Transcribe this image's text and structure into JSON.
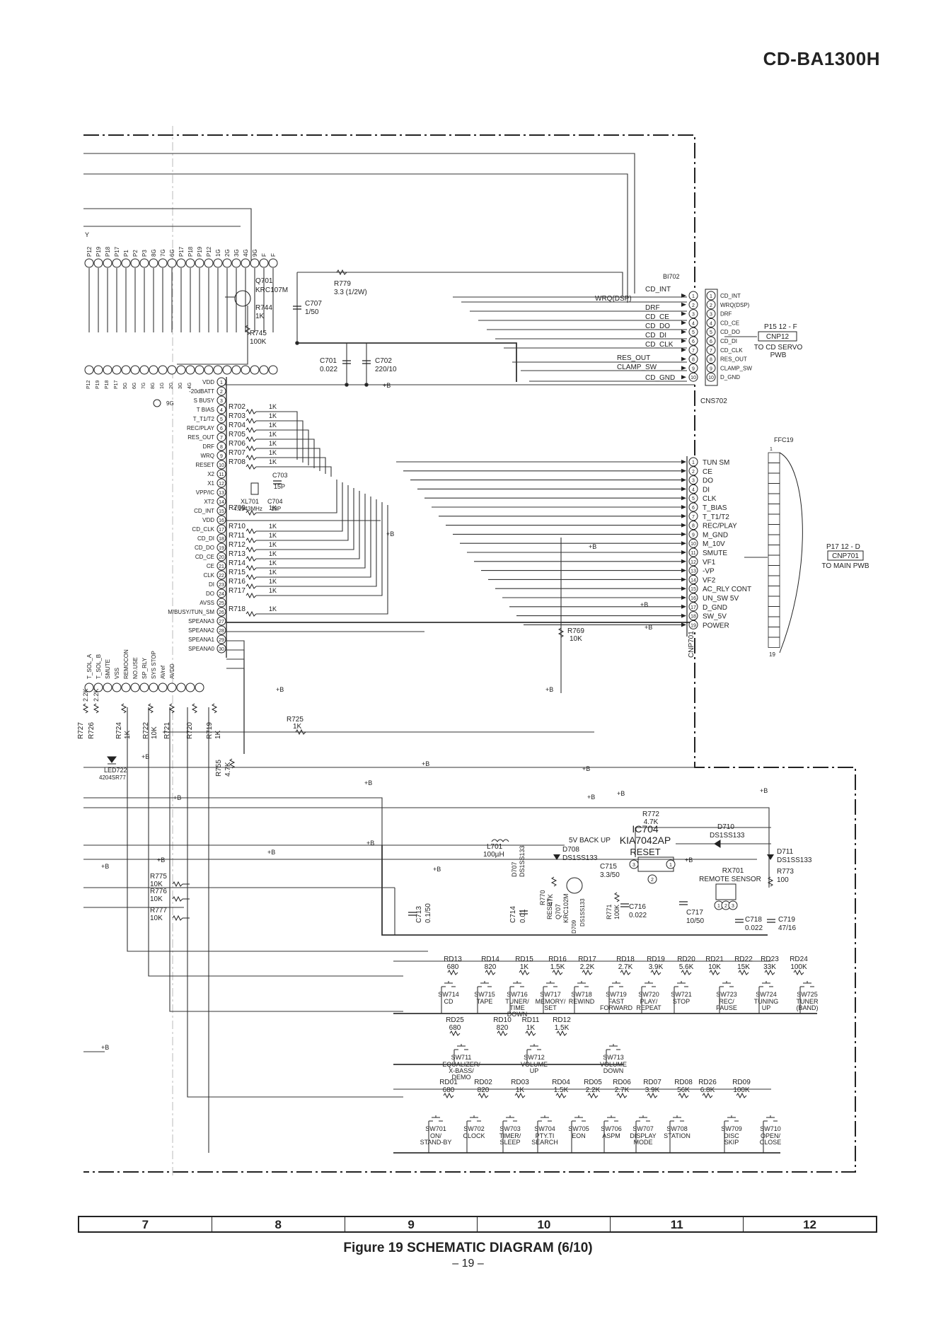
{
  "header": {
    "model": "CD-BA1300H"
  },
  "caption": {
    "title": "Figure 19 SCHEMATIC DIAGRAM (6/10)",
    "page": "– 19 –"
  },
  "columns": [
    "7",
    "8",
    "9",
    "10",
    "11",
    "12"
  ],
  "top_port_labels": [
    "P12",
    "P19",
    "P18",
    "P17",
    "P1",
    "P2",
    "P3",
    "8G",
    "7G",
    "6G",
    "P17",
    "P18",
    "P19",
    "P12",
    "1G",
    "2G",
    "3G",
    "4G",
    "9G",
    "F",
    "F"
  ],
  "left_pins": [
    {
      "n": "1",
      "name": "VDD"
    },
    {
      "n": "2",
      "name": "-20dBATT"
    },
    {
      "n": "3",
      "name": "S BUSY"
    },
    {
      "n": "4",
      "name": "T BIAS"
    },
    {
      "n": "5",
      "name": "T_T1/T2"
    },
    {
      "n": "6",
      "name": "REC/PLAY"
    },
    {
      "n": "7",
      "name": "RES_OUT"
    },
    {
      "n": "8",
      "name": "DRF"
    },
    {
      "n": "9",
      "name": "WRQ"
    },
    {
      "n": "10",
      "name": "RESET"
    },
    {
      "n": "11",
      "name": "X2"
    },
    {
      "n": "12",
      "name": "X1"
    },
    {
      "n": "13",
      "name": "VPP/IC"
    },
    {
      "n": "14",
      "name": "XT2"
    },
    {
      "n": "15",
      "name": "CD_INT"
    },
    {
      "n": "16",
      "name": "VDD"
    },
    {
      "n": "17",
      "name": "CD_CLK"
    },
    {
      "n": "18",
      "name": "CD_DI"
    },
    {
      "n": "19",
      "name": "CD_DO"
    },
    {
      "n": "20",
      "name": "CD_CE"
    },
    {
      "n": "21",
      "name": "CE"
    },
    {
      "n": "22",
      "name": "CLK"
    },
    {
      "n": "23",
      "name": "DI"
    },
    {
      "n": "24",
      "name": "DO"
    },
    {
      "n": "25",
      "name": "AVSS"
    },
    {
      "n": "26",
      "name": "M/BUSY/TUN_SM"
    },
    {
      "n": "27",
      "name": "SPEANA3"
    },
    {
      "n": "28",
      "name": "SPEANA2"
    },
    {
      "n": "29",
      "name": "SPEANA1"
    },
    {
      "n": "30",
      "name": "SPEANA0"
    }
  ],
  "resistors_1k": [
    "R702",
    "R703",
    "R704",
    "R705",
    "R706",
    "R707",
    "R708",
    "R709",
    "R710",
    "R711",
    "R712",
    "R713",
    "R714",
    "R715",
    "R716",
    "R717",
    "R718"
  ],
  "resistor_value": "1K",
  "bottom_port_labels": [
    "T_SOL_A",
    "T_SOL_B",
    "SMUTE",
    "VSS",
    "REMOCON",
    "NO.USE",
    "SP_RLY",
    "SYS STOP",
    "AVref",
    "AVDD"
  ],
  "cns702": {
    "name": "CNS702",
    "plug": "BI702",
    "pins": [
      "CD_INT",
      "WRQ(DSP)",
      "DRF",
      "CD_CE",
      "CD_DO",
      "CD_DI",
      "CD_CLK",
      "RES_OUT",
      "CLAMP_SW",
      "D_GND"
    ],
    "wire_labels": [
      "CD_INT",
      "WRQ(DSP)",
      "DRF",
      "CD_CE",
      "CD_DO",
      "CD_DI",
      "CD_CLK",
      "RES_OUT",
      "CLAMP_SW",
      "CD_GND"
    ],
    "dest_ref": "P15 12 - F",
    "dest_conn": "CNP12",
    "dest_text1": "TO CD SERVO",
    "dest_text2": "PWB"
  },
  "cnp701": {
    "name": "CNP701",
    "pins": [
      "TUN SM",
      "CE",
      "DO",
      "DI",
      "CLK",
      "T_BIAS",
      "T_T1/T2",
      "REC/PLAY",
      "M_GND",
      "M_10V",
      "SMUTE",
      "VF1",
      "-VP",
      "VF2",
      "AC_RLY CONT",
      "UN_SW 5V",
      "D_GND",
      "SW_5V",
      "POWER"
    ],
    "ffc": "FFC19",
    "ffc_first": "1",
    "ffc_last": "19",
    "dest_ref": "P17 12 - D",
    "dest_conn": "CNP701",
    "dest_text": "TO MAIN PWB"
  },
  "parts": {
    "q701": [
      "Q701",
      "KRC107M"
    ],
    "r744": [
      "R744",
      "1K"
    ],
    "r745": [
      "R745",
      "100K"
    ],
    "r779": [
      "R779",
      "3.3 (1/2W)"
    ],
    "c707": [
      "C707",
      "1/50"
    ],
    "c701": [
      "C701",
      "0.022"
    ],
    "c702": [
      "C702",
      "220/10"
    ],
    "c703": [
      "C703",
      "15P"
    ],
    "c704": [
      "C704",
      "18P"
    ],
    "xl701": [
      "XL701",
      "4.1943MHz"
    ],
    "r769": [
      "R769",
      "10K"
    ],
    "r725": [
      "R725",
      "1K"
    ],
    "r755": [
      "R755",
      "4.7K"
    ],
    "r724": [
      "R724",
      "1K"
    ],
    "r722": [
      "R722",
      "10K"
    ],
    "r721": [
      "R721"
    ],
    "r720": [
      "R720"
    ],
    "r719": [
      "R719",
      "1K"
    ],
    "r726": [
      "R726"
    ],
    "r727": [
      "R727"
    ],
    "r22k": [
      "2.2K",
      "2.2K"
    ],
    "led722": [
      "LED722",
      "4204SR77"
    ],
    "r775": [
      "R775",
      "10K"
    ],
    "r776": [
      "R776",
      "10K"
    ],
    "r777": [
      "R777",
      "10K"
    ],
    "l701": [
      "L701",
      "100µH"
    ],
    "d707": [
      "D707",
      "DS1SS133"
    ],
    "d708": [
      "D708",
      "DS1SS133"
    ],
    "r770": [
      "R770",
      "47K"
    ],
    "q707": [
      "Q707",
      "KRC102M"
    ],
    "reset": "RESET",
    "d709": [
      "D709",
      "DS1SS133"
    ],
    "r771": [
      "R771",
      "100K"
    ],
    "c715": [
      "C715",
      "3.3/50"
    ],
    "c716": [
      "C716",
      "0.022"
    ],
    "c713": [
      "C713",
      "0.1/50"
    ],
    "c714": [
      "C714",
      "0.01"
    ],
    "backup": "5V BACK UP",
    "ic704": [
      "IC704",
      "KIA7042AP",
      "RESET"
    ],
    "r772": [
      "R772",
      "4.7K"
    ],
    "d710": [
      "D710",
      "DS1SS133"
    ],
    "d711": [
      "D711",
      "DS1SS133"
    ],
    "rx701": [
      "RX701",
      "REMOTE SENSOR"
    ],
    "r773": [
      "R773",
      "100"
    ],
    "c717": [
      "C717",
      "10/50"
    ],
    "c718": [
      "C718",
      "0.022"
    ],
    "c719": [
      "C719",
      "47/16"
    ],
    "plusb": "+B",
    "nine_g": "9G"
  },
  "key_row1": {
    "resistors": [
      [
        "RD13",
        "680"
      ],
      [
        "RD14",
        "820"
      ],
      [
        "RD15",
        "1K"
      ],
      [
        "RD16",
        "1.5K"
      ],
      [
        "RD17",
        "2.2K"
      ],
      [
        "RD18",
        "2.7K"
      ],
      [
        "RD19",
        "3.9K"
      ],
      [
        "RD20",
        "5.6K"
      ],
      [
        "RD21",
        "10K"
      ],
      [
        "RD22",
        "15K"
      ],
      [
        "RD23",
        "33K"
      ],
      [
        "RD24",
        "100K"
      ]
    ],
    "switches": [
      [
        "SW714",
        "CD"
      ],
      [
        "SW715",
        "TAPE"
      ],
      [
        "SW716",
        "TUNER/TIME DOWN"
      ],
      [
        "SW717",
        "MEMORY/SET"
      ],
      [
        "SW718",
        "REWIND"
      ],
      [
        "SW719",
        "FAST FORWARD"
      ],
      [
        "SW720",
        "PLAY/REPEAT"
      ],
      [
        "SW721",
        "STOP"
      ],
      [
        "SW723",
        "REC/PAUSE"
      ],
      [
        "SW724",
        "TUNING UP"
      ],
      [
        "SW725",
        "TUNER (BAND)"
      ]
    ]
  },
  "key_row2": {
    "resistors": [
      [
        "RD25",
        "680"
      ],
      [
        "RD10",
        "820"
      ],
      [
        "RD11",
        "1K"
      ],
      [
        "RD12",
        "1.5K"
      ]
    ],
    "switches": [
      [
        "SW711",
        "EQUALIZER/X-BASS/DEMO"
      ],
      [
        "SW712",
        "VOLUME UP"
      ],
      [
        "SW713",
        "VOLUME DOWN"
      ]
    ]
  },
  "key_row3": {
    "resistors": [
      [
        "RD01",
        "680"
      ],
      [
        "RD02",
        "820"
      ],
      [
        "RD03",
        "1K"
      ],
      [
        "RD04",
        "1.5K"
      ],
      [
        "RD05",
        "2.2K"
      ],
      [
        "RD06",
        "2.7K"
      ],
      [
        "RD07",
        "3.9K"
      ],
      [
        "RD08",
        "56K"
      ],
      [
        "RD26",
        "6.8K"
      ],
      [
        "RD09",
        "100K"
      ]
    ],
    "switches": [
      [
        "SW701",
        "ON/STAND-BY"
      ],
      [
        "SW702",
        "CLOCK"
      ],
      [
        "SW703",
        "TIMER/SLEEP"
      ],
      [
        "SW704",
        "PTY.TI SEARCH"
      ],
      [
        "SW705",
        "EON"
      ],
      [
        "SW706",
        "ASPM"
      ],
      [
        "SW707",
        "DISPLAY MODE"
      ],
      [
        "SW708",
        "STATION"
      ],
      [
        "SW709",
        "DISC SKIP"
      ],
      [
        "SW710",
        "OPEN/CLOSE"
      ]
    ]
  }
}
